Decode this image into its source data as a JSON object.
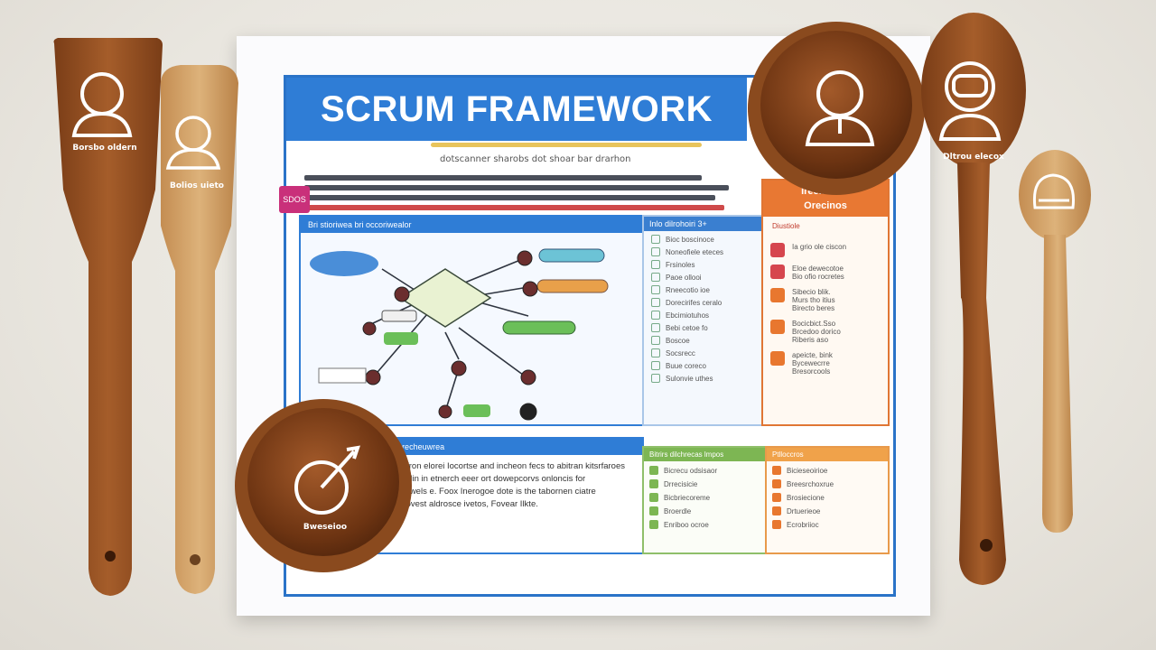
{
  "poster": {
    "title": "SCRUM FRAMEWORK",
    "subtitle": "dotscanner sharobs dot shoar bar drarhon",
    "tag": "SDOS"
  },
  "panels": {
    "flow_header": "Bri stioriwea bri occoriwealor",
    "roles_header": "Inlo dilrohoiri 3+",
    "events_header_line1": "Irecitrores",
    "events_header_line2": "Orecinos",
    "events_subheader": "Diustiole",
    "bottom_left_header": "Inoo hlrsarwea brooo se brecheuwrea",
    "bottom_left_para": "Ipodein I fovectvisur fron elorei Iocortse and incheon fecs to abitran kitsrfaroes Iin noncemabioaee. Flin in etnerch eeer ort dowepcorvs onloncis for lerbastorbene wer wowels e. Foox Inerogoe dote is the tabornen ciatre brocapetro dbon a Rovest aldrosce ivetos, Fovear Ilkte.",
    "bottom_mid_header": "Bitrirs dilchrecas lmpos",
    "bottom_right_header": "Ptlloccros"
  },
  "roles_list": [
    "Bioc boscinoce",
    "Noneofiele eteces",
    "Frsinoles",
    "Paoe ollooi",
    "Rneecotio ioe",
    "Dorecirifes ceralo",
    "Ebcimiotuhos",
    "Bebi cetoe fo",
    "Boscoe",
    "Socsrecc",
    "Buue coreco",
    "Sulonvie uthes"
  ],
  "events_list": [
    {
      "label": "Ia grio ole ciscon",
      "color": "#d6464e"
    },
    {
      "label": "Eloe dewecotoe\nBio ofio rocretes",
      "color": "#d6464e"
    },
    {
      "label": "Sibecio blik.\nMurs tho itius\nBirecto beres",
      "color": "#e8772f"
    },
    {
      "label": "Bocicbict.Sso\nBrcedoo dorico\nRiberis aso",
      "color": "#e8772f"
    },
    {
      "label": "apeicte, bink\nBycewecrre\nBresorcools",
      "color": "#e8772f"
    }
  ],
  "bottom_mid_items": [
    "Bicrecu odsisaor",
    "Drrecisicie",
    "Bicbriecoreme",
    "Broerdle",
    "Enriboo ocroe"
  ],
  "bottom_right_items": [
    "Bicieseoirioe",
    "Breesrchoxrue",
    "Brosiecione",
    "Drtuerieoe",
    "Ecrobriioc"
  ],
  "utensils": {
    "spatula_left": "Borsbo oldern",
    "spatula_right": "Bolios uieto",
    "bowl_bottom": "Bweseioo",
    "spoon_large": "Dltrou elecox"
  },
  "colors": {
    "poster_blue": "#2f7dd6",
    "events_orange": "#e87833",
    "wood_dark": "#8f4f22",
    "wood_light": "#cf9b5e"
  }
}
